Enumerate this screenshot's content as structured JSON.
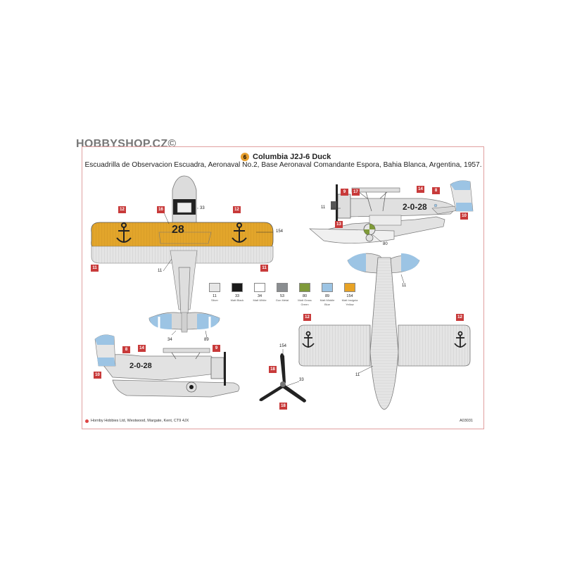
{
  "watermark": "HOBBYSHOP.CZ©",
  "title": {
    "badge": "6",
    "text": "Columbia J2J-6 Duck",
    "subtitle": "Escuadrilla de Observacion Escuadra, Aeronaval No.2, Base Aeronaval Comandante Espora, Bahia Blanca, Argentina, 1957."
  },
  "markings": {
    "top_view_code": "28",
    "side_code": "2-0-28"
  },
  "colours": [
    {
      "code": "11",
      "name": "Silver",
      "hex": "#e6e6e6"
    },
    {
      "code": "33",
      "name": "Matt Black",
      "hex": "#1a1a1a"
    },
    {
      "code": "34",
      "name": "Matt White",
      "hex": "#ffffff"
    },
    {
      "code": "53",
      "name": "Gun Metal",
      "hex": "#8a8d90"
    },
    {
      "code": "80",
      "name": "Matt Grass Green",
      "hex": "#7f9a3a"
    },
    {
      "code": "89",
      "name": "Matt Middle Blue",
      "hex": "#9cc4e4"
    },
    {
      "code": "154",
      "name": "Matt Insignia Yellow",
      "hex": "#e8a325"
    }
  ],
  "callouts": {
    "c12": "12",
    "c16": "16",
    "c11": "11",
    "c9": "9",
    "c17": "17",
    "c14": "14",
    "c8": "8",
    "c10": "10",
    "c13": "13",
    "c18": "18"
  },
  "labels": {
    "n33": "33",
    "n154": "154",
    "n11": "11",
    "n34": "34",
    "n89": "89",
    "n80": "80"
  },
  "footer": {
    "left": "Hornby Hobbies Ltd, Westwood, Margate, Kent, CT9 4JX",
    "right": "A03031"
  }
}
